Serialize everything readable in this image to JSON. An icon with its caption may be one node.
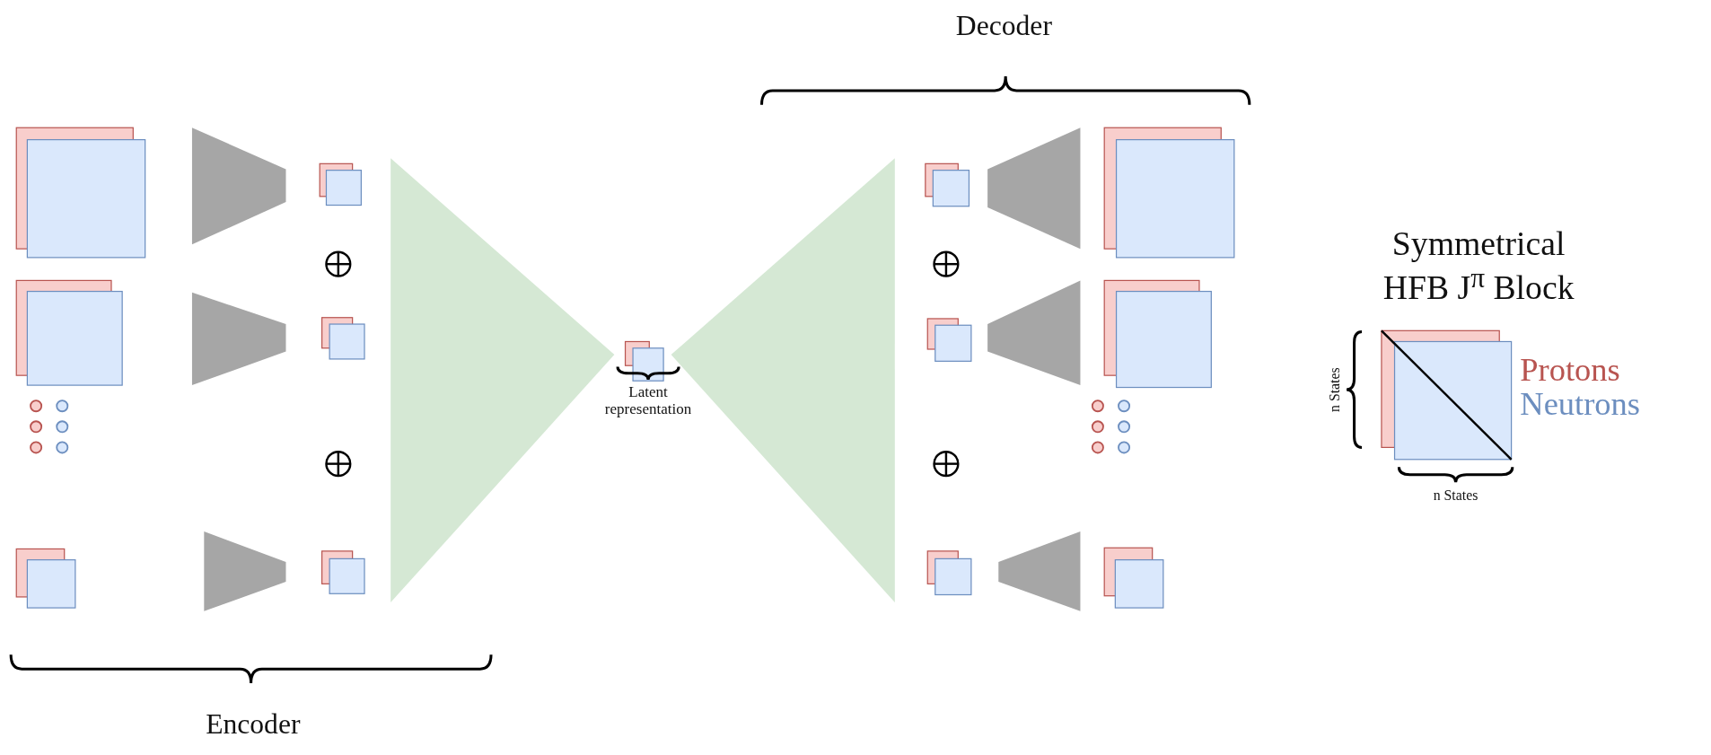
{
  "diagram": {
    "labels": [
      "Decoder",
      "Latent representation",
      "Symmetrical HFB J$^{π}$ Block",
      "n States",
      "n States",
      "Encoder"
    ],
    "legend": [
      {
        "text": "Protons",
        "color": "#b85450"
      },
      {
        "text": "Neutrons",
        "color": "#6c8ebf"
      }
    ]
  }
}
